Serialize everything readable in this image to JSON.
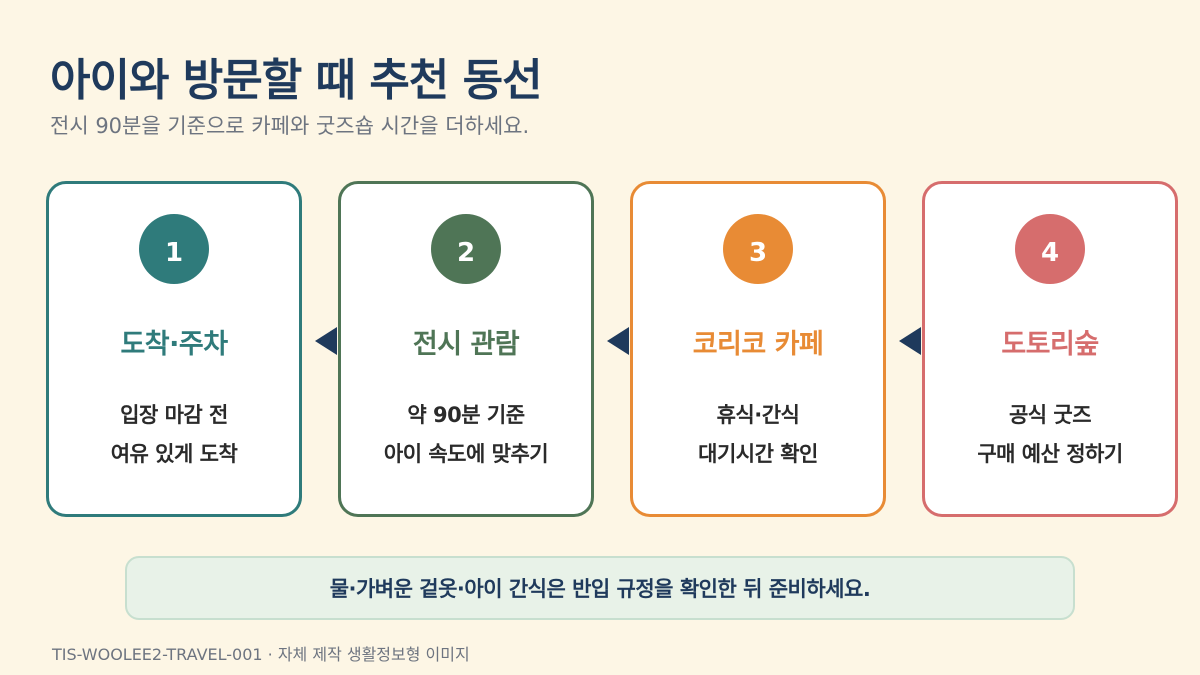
{
  "title": "아이와 방문할 때 추천 동선",
  "subtitle": "전시 90분을 기준으로 카페와 굿즈숍 시간을 더하세요.",
  "steps": [
    {
      "number": "1",
      "title": "도착·주차",
      "line1": "입장 마감 전",
      "line2": "여유 있게 도착",
      "color": "#2f7b7b"
    },
    {
      "number": "2",
      "title": "전시 관람",
      "line1": "약 90분 기준",
      "line2": "아이 속도에 맞추기",
      "color": "#4f7556"
    },
    {
      "number": "3",
      "title": "코리코 카페",
      "line1": "휴식·간식",
      "line2": "대기시간 확인",
      "color": "#e88b35"
    },
    {
      "number": "4",
      "title": "도토리숲",
      "line1": "공식 굿즈",
      "line2": "구매 예산 정하기",
      "color": "#d66d6d"
    }
  ],
  "arrow_color": "#1f3a5c",
  "notice": "물·가벼운 겉옷·아이 간식은 반입 규정을 확인한 뒤 준비하세요.",
  "footer": "TIS-WOOLEE2-TRAVEL-001 · 자체 제작 생활정보형 이미지"
}
